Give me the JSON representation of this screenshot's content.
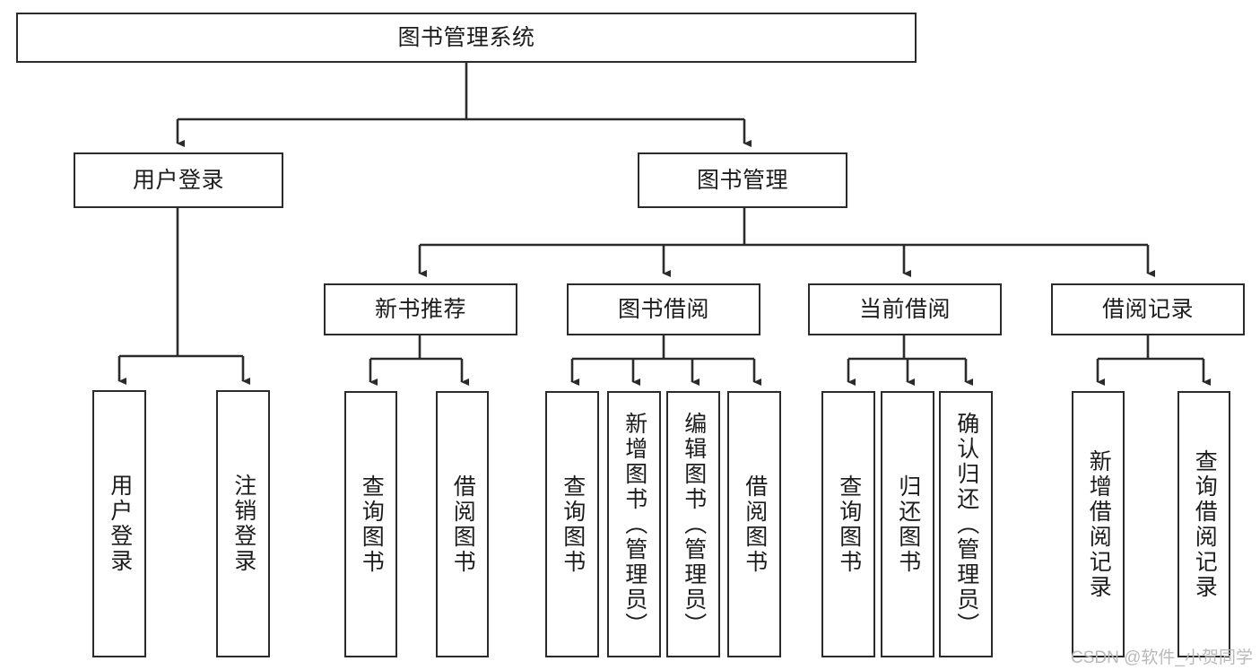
{
  "diagram": {
    "type": "tree-hierarchy-chart",
    "title": "图书管理系统",
    "stroke_color": "#2b2b2b",
    "background_color": "#ffffff",
    "text_color": "#1c1c1c",
    "nodes": {
      "root": {
        "label": "图书管理系统"
      },
      "level2": [
        {
          "id": "user-login",
          "label": "用户登录"
        },
        {
          "id": "book-manage",
          "label": "图书管理"
        }
      ],
      "level3": [
        {
          "id": "new-book-recommend",
          "label": "新书推荐"
        },
        {
          "id": "book-borrow",
          "label": "图书借阅"
        },
        {
          "id": "current-borrow",
          "label": "当前借阅"
        },
        {
          "id": "borrow-record",
          "label": "借阅记录"
        }
      ],
      "leaves": {
        "user-login": [
          {
            "id": "leaf-user-login",
            "label": "用户登录"
          },
          {
            "id": "leaf-logout-login",
            "label": "注销登录"
          }
        ],
        "new-book-recommend": [
          {
            "id": "leaf-query-book-1",
            "label": "查询图书"
          },
          {
            "id": "leaf-borrow-book-1",
            "label": "借阅图书"
          }
        ],
        "book-borrow": [
          {
            "id": "leaf-query-book-2",
            "label": "查询图书"
          },
          {
            "id": "leaf-add-book-admin",
            "label": "新增图书（管理员）"
          },
          {
            "id": "leaf-edit-book-admin",
            "label": "编辑图书（管理员）"
          },
          {
            "id": "leaf-borrow-book-2",
            "label": "借阅图书"
          }
        ],
        "current-borrow": [
          {
            "id": "leaf-query-book-3",
            "label": "查询图书"
          },
          {
            "id": "leaf-return-book",
            "label": "归还图书"
          },
          {
            "id": "leaf-confirm-return-admin",
            "label": "确认归还（管理员）"
          }
        ],
        "borrow-record": [
          {
            "id": "leaf-add-borrow-record",
            "label": "新增借阅记录"
          },
          {
            "id": "leaf-query-borrow-record",
            "label": "查询借阅记录"
          }
        ]
      }
    },
    "watermark": "CSDN @软件_小贺同学"
  }
}
